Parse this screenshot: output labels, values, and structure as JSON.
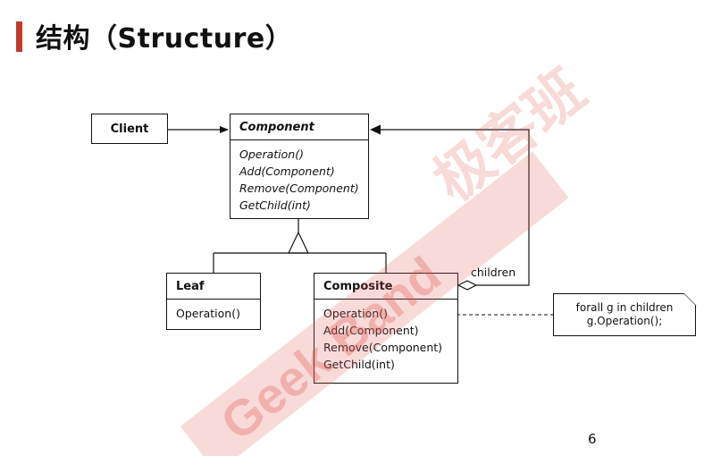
{
  "header": {
    "title": "结构（Structure）"
  },
  "diagram": {
    "client": {
      "name": "Client"
    },
    "component": {
      "name": "Component",
      "methods": [
        "Operation()",
        "Add(Component)",
        "Remove(Component)",
        "GetChild(int)"
      ]
    },
    "leaf": {
      "name": "Leaf",
      "methods": [
        "Operation()"
      ]
    },
    "composite": {
      "name": "Composite",
      "methods": [
        "Operation()",
        "Add(Component)",
        "Remove(Component)",
        "GetChild(int)"
      ]
    },
    "association_label": "children",
    "note": {
      "lines": [
        "forall g in children",
        "g.Operation();"
      ]
    }
  },
  "watermark": {
    "text": "Geek Band",
    "cn_text": "极客班",
    "color": "#e05a50"
  },
  "footer": {
    "page_number": "6"
  }
}
